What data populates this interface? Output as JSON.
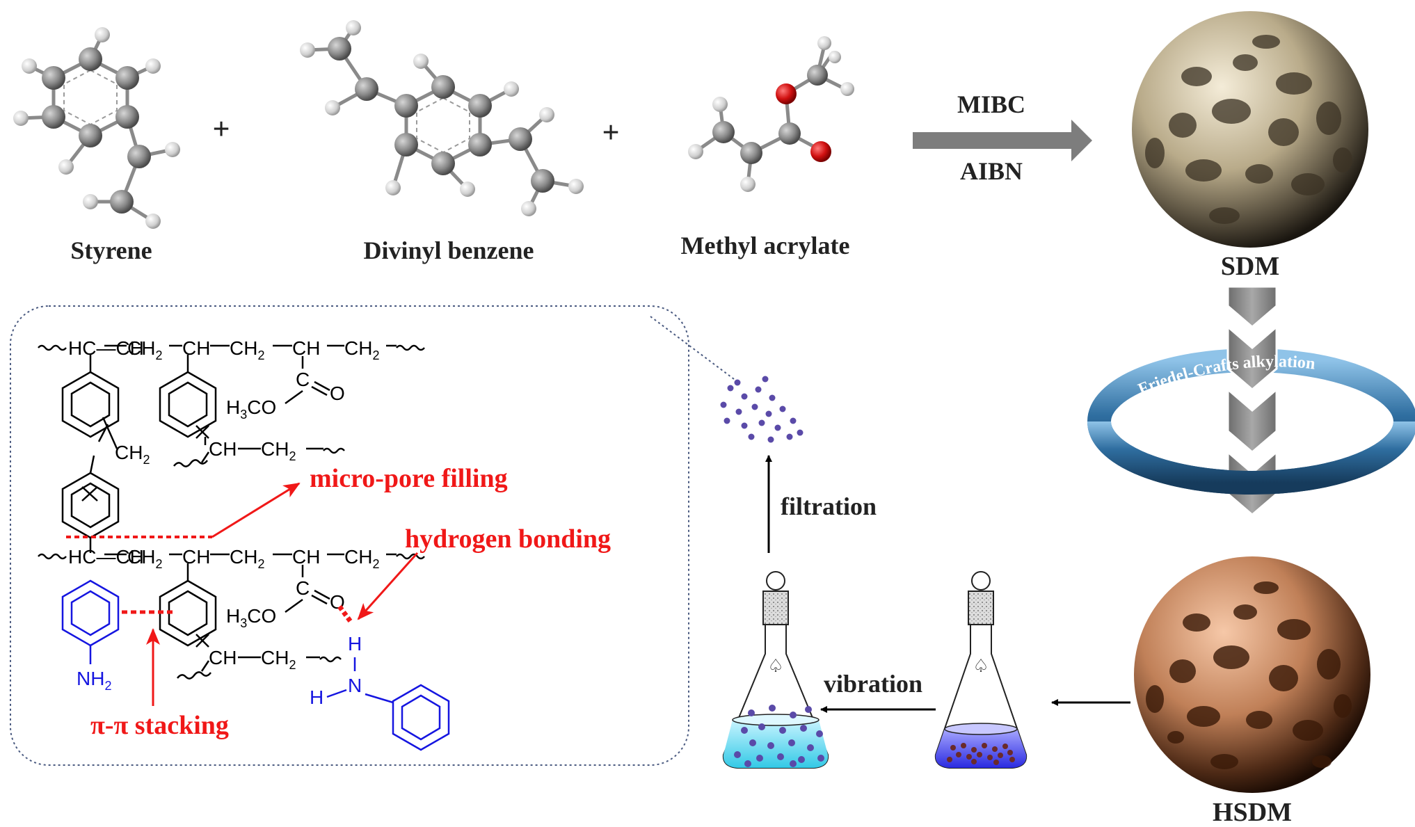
{
  "molecules": {
    "styrene": "Styrene",
    "divinyl_benzene": "Divinyl benzene",
    "methyl_acrylate": "Methyl acrylate",
    "plus": "+"
  },
  "reaction": {
    "reagent_top": "MIBC",
    "reagent_bottom": "AIBN"
  },
  "materials": {
    "sdm": "SDM",
    "hsdm": "HSDM"
  },
  "ring_label": "Friedel-Crafts alkylation",
  "steps": {
    "filtration": "filtration",
    "vibration": "vibration"
  },
  "interactions": {
    "micro_pore": "micro-pore  filling",
    "hydrogen_bonding": "hydrogen  bonding",
    "pi_stacking": "π-π stacking"
  },
  "structure": {
    "row1": "HC—CH",
    "ch": "CH",
    "ch2": "CH",
    "sub2": "2",
    "sub3": "3",
    "co": "CO",
    "h": "H",
    "c": "C",
    "o": "O",
    "n": "N",
    "nh": "NH"
  },
  "colors": {
    "amine": "#1515e0",
    "annotation": "#f01818",
    "arrow": "#7d7d7d",
    "ring": "#2f6ea0"
  }
}
